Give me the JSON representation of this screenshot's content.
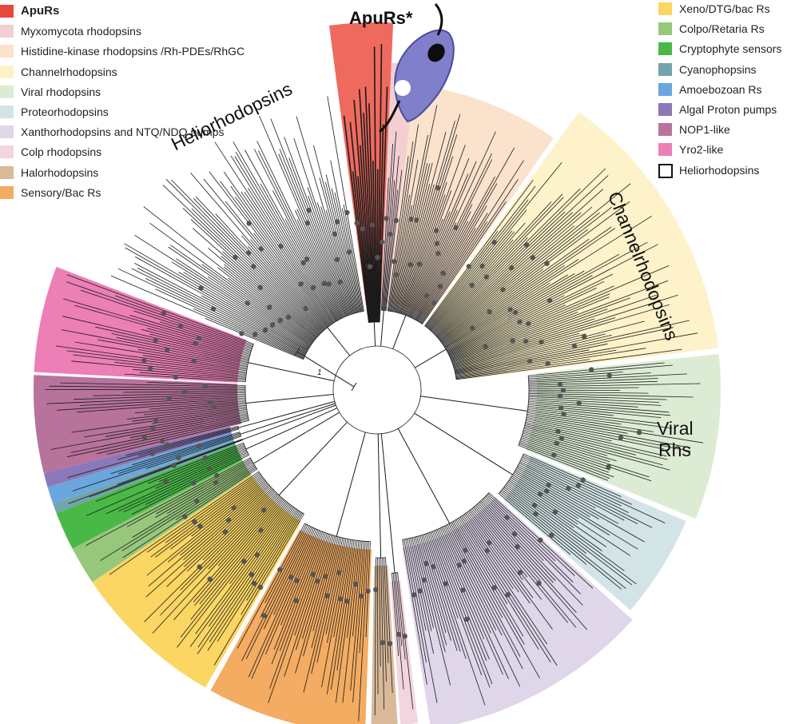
{
  "legend_left": [
    {
      "label": "ApuRs",
      "color": "#e8473c",
      "bold": true
    },
    {
      "label": "Myxomycota rhodopsins",
      "color": "#f2cfd2"
    },
    {
      "label": "Histidine-kinase rhodopsins /Rh-PDEs/RhGC",
      "color": "#fae2cd"
    },
    {
      "label": "Channelrhodopsins",
      "color": "#fdf2c9"
    },
    {
      "label": "Viral rhodopsins",
      "color": "#dcecd4"
    },
    {
      "label": "Proteorhodopsins",
      "color": "#d3e4e7"
    },
    {
      "label": "Xanthorhodopsins and NTQ/NDQ pumps",
      "color": "#dfd6ea"
    },
    {
      "label": "Colp rhodopsins",
      "color": "#f2d5df"
    },
    {
      "label": "Halorhodopsins",
      "color": "#d9b99a"
    },
    {
      "label": "Sensory/Bac Rs",
      "color": "#f3ac62"
    }
  ],
  "legend_right": [
    {
      "label": "Xeno/DTG/bac Rs",
      "color": "#fbd663"
    },
    {
      "label": "Colpo/Retaria Rs",
      "color": "#96c77b"
    },
    {
      "label": "Cryptophyte sensors",
      "color": "#49b847"
    },
    {
      "label": "Cyanophopsins",
      "color": "#72a4ab"
    },
    {
      "label": "Amoebozoan Rs",
      "color": "#6aa7dc"
    },
    {
      "label": "Algal Proton pumps",
      "color": "#8b78b8"
    },
    {
      "label": "NOP1-like",
      "color": "#b8739c"
    },
    {
      "label": "Yro2-like",
      "color": "#ec7fb6"
    },
    {
      "label": "Heliorhodopsins",
      "color": "#ffffff",
      "outline": true
    }
  ],
  "clade_labels": {
    "apurs": "ApuRs*",
    "heliorhodopsins": "Heliorhodopsins",
    "channelrhodopsins": "Channelrhodopsins",
    "viral_line1": "Viral",
    "viral_line2": "Rhs"
  },
  "scale_bar": {
    "label": "1"
  },
  "clades": [
    {
      "name": "apurs",
      "color": "#ef6a5e",
      "start": -7.5,
      "end": 2.5,
      "inner": 95,
      "outer": 460
    },
    {
      "name": "myxomycota",
      "color": "#f2cfd2",
      "start": 2.5,
      "end": 7,
      "inner": 110,
      "outer": 410
    },
    {
      "name": "histidine-kinase",
      "color": "#fae2cd",
      "start": 7,
      "end": 35,
      "inner": 110,
      "outer": 385
    },
    {
      "name": "channelrhodopsins",
      "color": "#fdf2c9",
      "start": 36,
      "end": 83,
      "inner": 110,
      "outer": 430
    },
    {
      "name": "viral",
      "color": "#dcecd4",
      "start": 84,
      "end": 112,
      "inner": 200,
      "outer": 430
    },
    {
      "name": "proteorhodopsins",
      "color": "#d3e4e7",
      "start": 113,
      "end": 131,
      "inner": 210,
      "outer": 420
    },
    {
      "name": "xanthorhodopsins",
      "color": "#dfd6ea",
      "start": 132,
      "end": 171,
      "inner": 200,
      "outer": 430
    },
    {
      "name": "colp",
      "color": "#f2d5df",
      "start": 173,
      "end": 176,
      "inner": 240,
      "outer": 420
    },
    {
      "name": "halorhodopsins",
      "color": "#d9b99a",
      "start": 176.5,
      "end": 181,
      "inner": 220,
      "outer": 420
    },
    {
      "name": "sensory-bac",
      "color": "#f3ac62",
      "start": 182,
      "end": 209,
      "inner": 200,
      "outer": 430
    },
    {
      "name": "xeno-dtg",
      "color": "#fbd663",
      "start": 210,
      "end": 236,
      "inner": 190,
      "outer": 430
    },
    {
      "name": "colpo-retaria",
      "color": "#96c77b",
      "start": 236,
      "end": 242.5,
      "inner": 190,
      "outer": 430
    },
    {
      "name": "cryptophyte",
      "color": "#49b847",
      "start": 242.5,
      "end": 249,
      "inner": 190,
      "outer": 430
    },
    {
      "name": "cyanophopsins",
      "color": "#72a4ab",
      "start": 249,
      "end": 250.6,
      "inner": 190,
      "outer": 430
    },
    {
      "name": "amoebozoan",
      "color": "#6aa7dc",
      "start": 250.6,
      "end": 253.6,
      "inner": 190,
      "outer": 430
    },
    {
      "name": "algal-proton",
      "color": "#8b78b8",
      "start": 253.6,
      "end": 256,
      "inner": 190,
      "outer": 430
    },
    {
      "name": "nop1-like",
      "color": "#b8739c",
      "start": 256,
      "end": 272.5,
      "inner": 175,
      "outer": 430
    },
    {
      "name": "yro2-like",
      "color": "#ec7fb6",
      "start": 273,
      "end": 291,
      "inner": 175,
      "outer": 430
    }
  ]
}
